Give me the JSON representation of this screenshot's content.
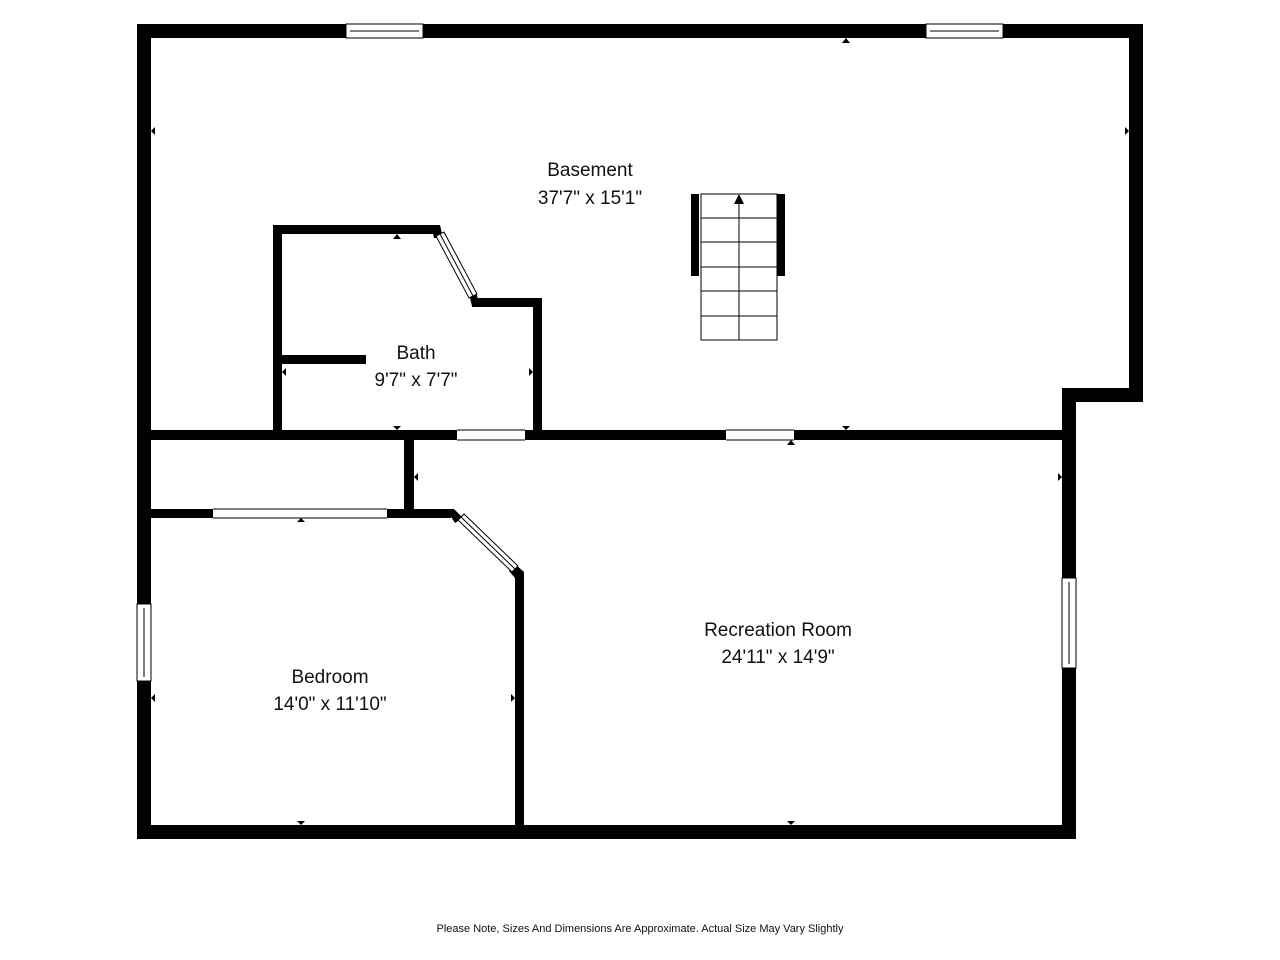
{
  "plan": {
    "rooms": [
      {
        "id": "basement",
        "name": "Basement",
        "dimensions": "37'7\" x 15'1\""
      },
      {
        "id": "bath",
        "name": "Bath",
        "dimensions": "9'7\" x 7'7\""
      },
      {
        "id": "bedroom",
        "name": "Bedroom",
        "dimensions": "14'0\" x 11'10\""
      },
      {
        "id": "recreation",
        "name": "Recreation Room",
        "dimensions": "24'11\" x 14'9\""
      }
    ],
    "note": "Please Note, Sizes And Dimensions Are Approximate. Actual Size May Vary Slightly",
    "colors": {
      "wall": "#000000",
      "background": "#ffffff",
      "text": "#111111"
    }
  }
}
